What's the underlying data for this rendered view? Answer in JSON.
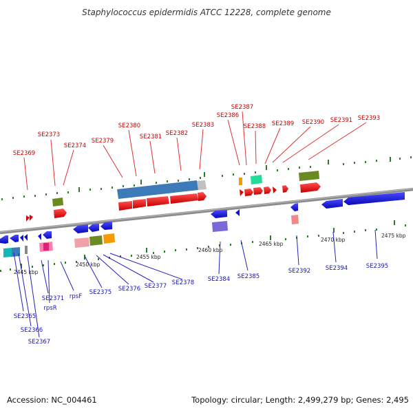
{
  "title": "Staphylococcus epidermidis ATCC 12228, complete genome",
  "footer": {
    "accession": "Accession: NC_004461",
    "summary": "Topology: circular; Length: 2,499,279 bp; Genes: 2,495"
  },
  "scale_labels": [
    "2445 kbp",
    "2450 kbp",
    "2455 kbp",
    "2460 kbp",
    "2465 kbp",
    "2470 kbp",
    "2475 kbp"
  ],
  "forward_genes": [
    "SE2369",
    "SE2373",
    "SE2374",
    "SE2379",
    "SE2380",
    "SE2381",
    "SE2382",
    "SE2383",
    "SE2386",
    "SE2387",
    "SE2388",
    "SE2389",
    "SE2390",
    "SE2391",
    "SE2393"
  ],
  "reverse_genes": [
    "SE2365",
    "SE2366",
    "SE2367",
    "SE2371",
    "rpsR",
    "rpsF",
    "SE2375",
    "SE2376",
    "SE2377",
    "SE2378",
    "SE2384",
    "SE2385",
    "SE2392",
    "SE2394",
    "SE2395"
  ],
  "colors": {
    "forward_gene": "#e00000",
    "reverse_gene": "#1010dd",
    "backbone": "#808080",
    "tick": "#2a7a2a",
    "label_forward": "#cc0000",
    "label_reverse": "#1515b0"
  }
}
